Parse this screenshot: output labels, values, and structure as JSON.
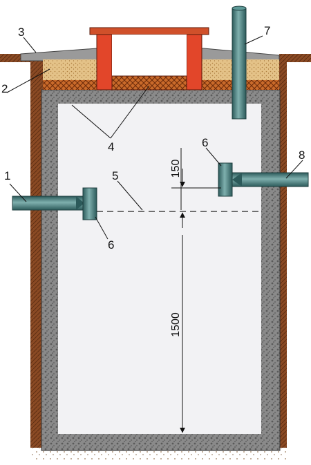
{
  "callouts": [
    "1",
    "2",
    "3",
    "4",
    "5",
    "6",
    "6",
    "7",
    "8"
  ],
  "dimensions": {
    "upper": "150",
    "lower": "1500"
  },
  "colors": {
    "background": "#ffffff",
    "soil": "#8a4a24",
    "sand": "#e4c288",
    "concrete": "#8a8a8a",
    "interior": "#f2f2f4",
    "brick": "#e2462a",
    "pipe": "#3f7a7a",
    "mesh": "#c96a2a"
  },
  "icons": {
    "inlet_pipe": "pipe-icon",
    "outlet_pipe": "pipe-icon",
    "vent_pipe": "pipe-icon"
  }
}
